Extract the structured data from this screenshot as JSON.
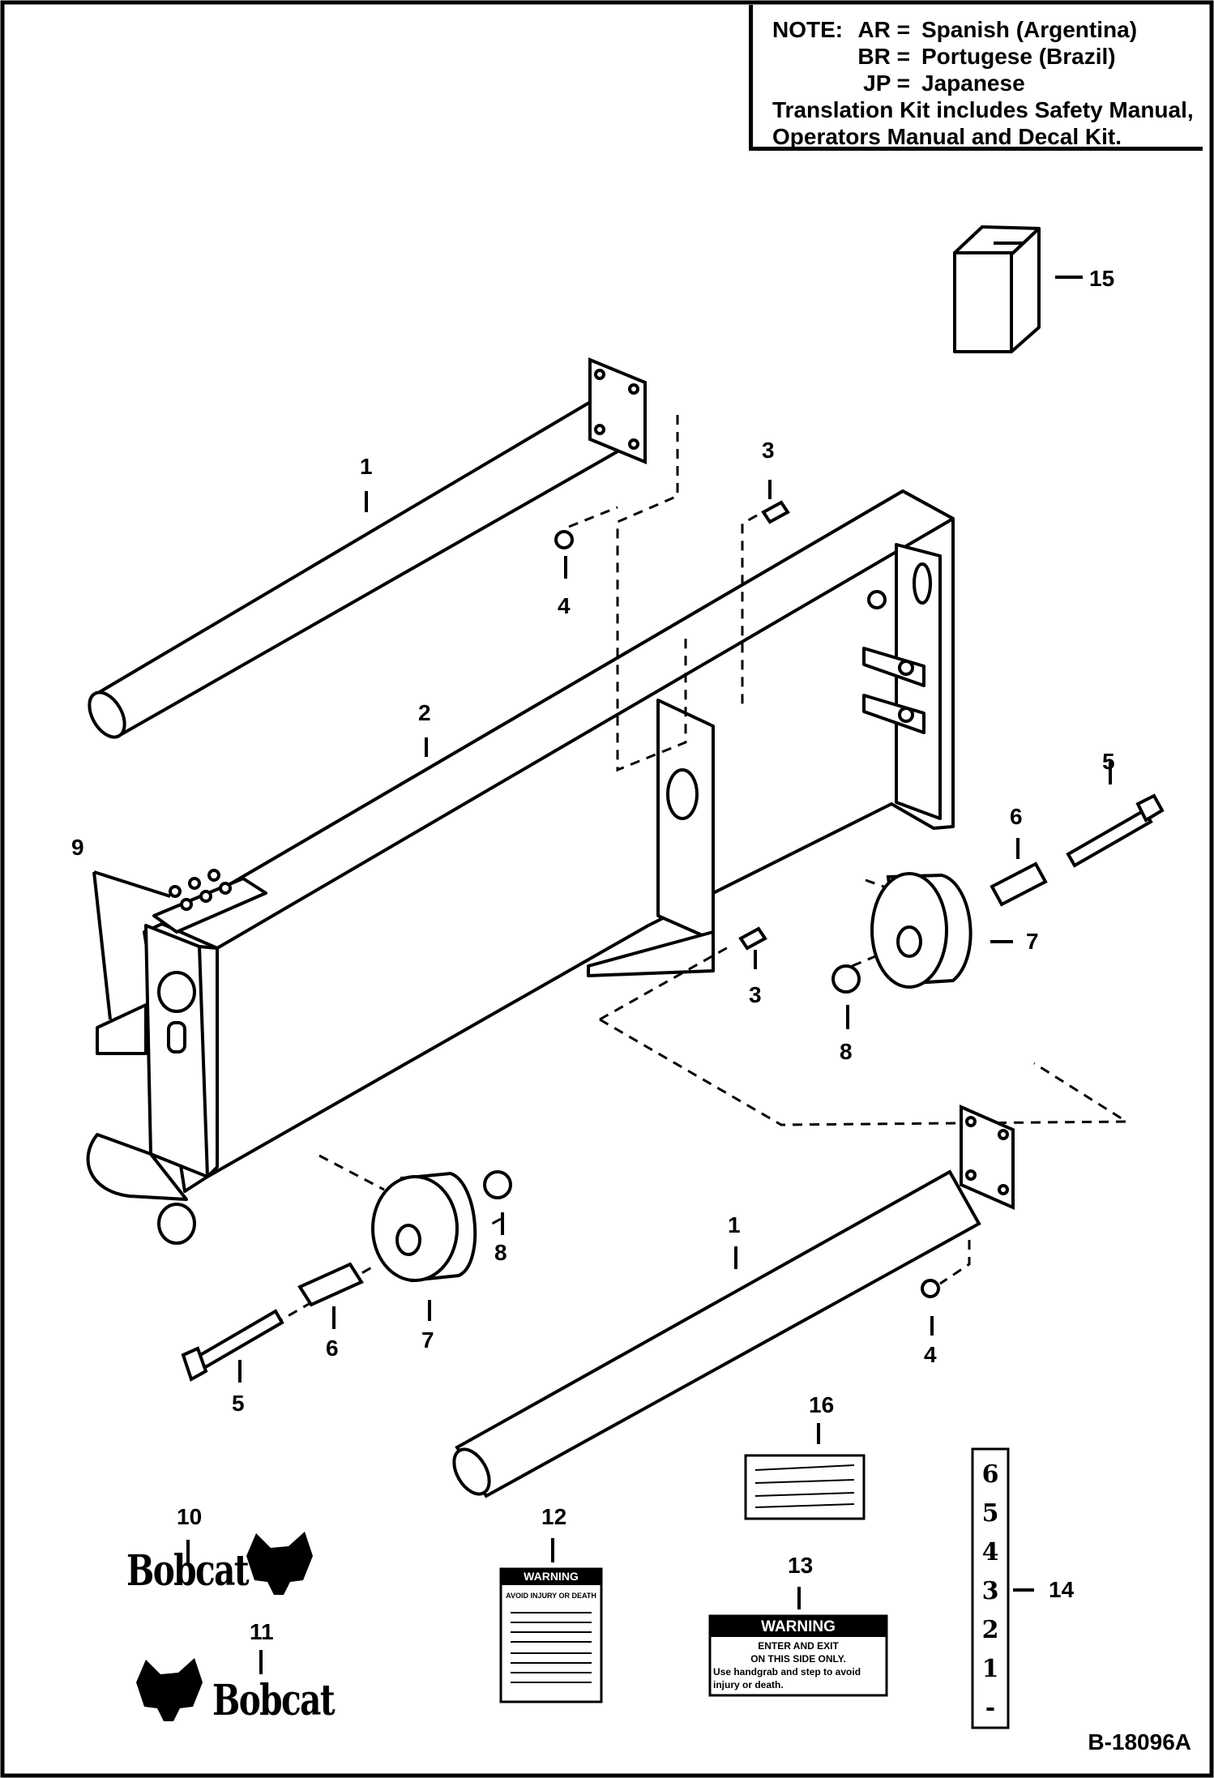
{
  "note": {
    "title": "NOTE:",
    "lines": [
      {
        "code": "AR =",
        "lang": "Spanish (Argentina)"
      },
      {
        "code": "BR =",
        "lang": "Portugese (Brazil)"
      },
      {
        "code": "JP =",
        "lang": "Japanese"
      }
    ],
    "kit_line1": "Translation Kit includes Safety Manual,",
    "kit_line2": "Operators Manual and Decal Kit."
  },
  "callouts": {
    "c1a": "1",
    "c1b": "1",
    "c2": "2",
    "c3a": "3",
    "c3b": "3",
    "c4a": "4",
    "c4b": "4",
    "c5a": "5",
    "c5b": "5",
    "c6a": "6",
    "c6b": "6",
    "c7a": "7",
    "c7b": "7",
    "c8a": "8",
    "c8b": "8",
    "c9": "9",
    "c10": "10",
    "c11": "11",
    "c12": "12",
    "c13": "13",
    "c14": "14",
    "c15": "15",
    "c16": "16"
  },
  "logos": {
    "bobcat_10": "Bobcat",
    "bobcat_11": "Bobcat"
  },
  "decal_12": {
    "header": "WARNING",
    "heading": "AVOID INJURY OR DEATH"
  },
  "decal_13": {
    "header": "WARNING",
    "line1": "ENTER AND EXIT",
    "line2": "ON THIS SIDE ONLY.",
    "line3": "Use handgrab and step to avoid",
    "line4": "injury or death."
  },
  "decal_14": {
    "numbers": [
      "6",
      "5",
      "4",
      "3",
      "2",
      "1",
      "-"
    ]
  },
  "drawing_ref": "B-18096A"
}
